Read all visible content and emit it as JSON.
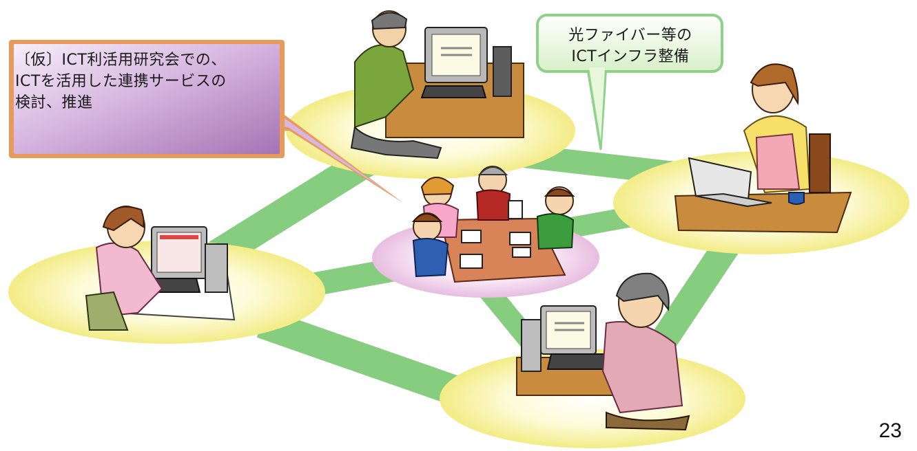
{
  "callouts": {
    "study_group": {
      "lines": [
        "〔仮〕ICT利活用研究会での、",
        "ICTを活用した連携サービスの",
        "検討、推進"
      ]
    },
    "infrastructure": {
      "lines": [
        "光ファイバー等の",
        "ICTインフラ整備"
      ]
    }
  },
  "page_number": "23",
  "colors": {
    "network_line": "#7fc97a",
    "node_ellipse": "#fbf7b0",
    "center_ellipse": "#f3d2ec",
    "study_callout_fill": "#c9a2d3",
    "study_callout_border": "#e89a5c",
    "infra_callout_fill": "#e9f7dd",
    "infra_callout_border": "#8fd08a"
  },
  "figures": [
    "man-at-desktop-computer",
    "woman-at-laptop-with-cup",
    "meeting-group-at-table",
    "woman-at-desktop-computer",
    "elderly-woman-at-desktop-computer"
  ]
}
